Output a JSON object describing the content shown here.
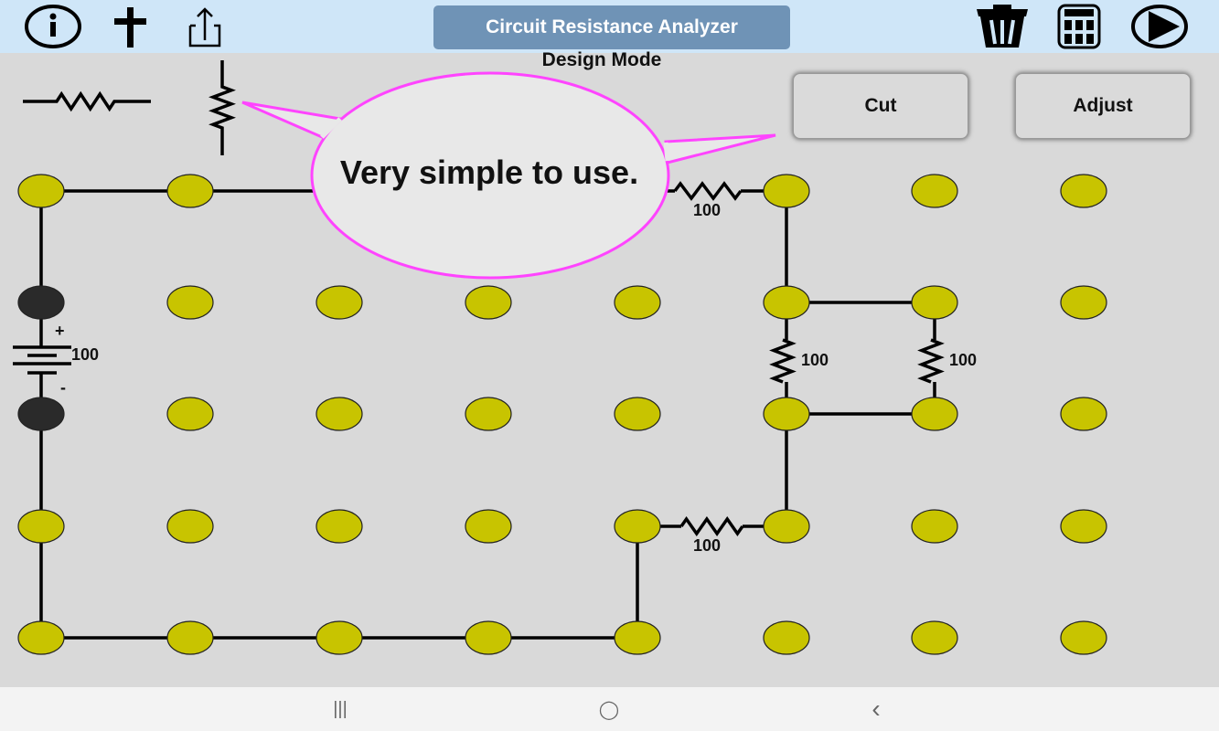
{
  "header": {
    "title": "Circuit Resistance Analyzer",
    "icons_left": [
      "info-icon",
      "cross-icon",
      "share-icon"
    ],
    "icons_right": [
      "trash-icon",
      "calculator-icon",
      "play-icon"
    ]
  },
  "mode_label": "Design Mode",
  "buttons": {
    "cut": "Cut",
    "adjust": "Adjust"
  },
  "tooltip": {
    "text": "Very simple to use.",
    "border_color": "#ff44ff"
  },
  "palette": [
    "horizontal-resistor-tool",
    "vertical-resistor-tool"
  ],
  "battery": {
    "value": "100",
    "plus": "+",
    "minus": "-"
  },
  "resistors": [
    {
      "id": "r-top",
      "value": "100"
    },
    {
      "id": "r-left-vertical",
      "value": "100"
    },
    {
      "id": "r-right-vertical",
      "value": "100"
    },
    {
      "id": "r-bottom",
      "value": "100"
    }
  ],
  "grid": {
    "columns": 8,
    "rows": 5,
    "node_color": "#c8c400",
    "battery_node_color": "#2a2a2a"
  },
  "navbar": {
    "recent": "|||",
    "home": "◯",
    "back": "‹"
  }
}
